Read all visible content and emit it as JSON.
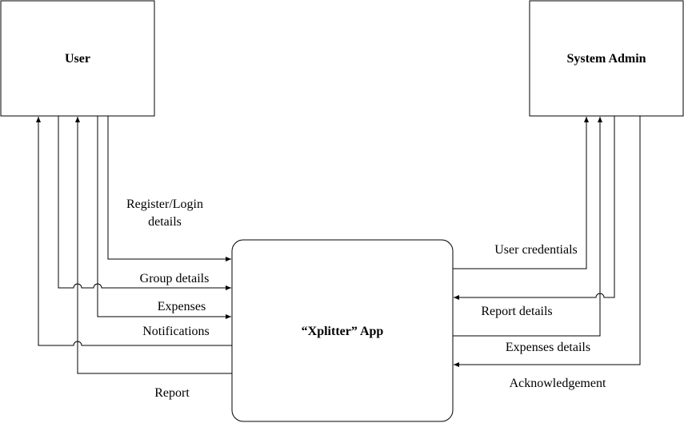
{
  "entities": {
    "user": "User",
    "system_admin": "System Admin",
    "app": "“Xplitter” App"
  },
  "flows": {
    "register_login_line1": "Register/Login",
    "register_login_line2": "details",
    "group_details": "Group details",
    "expenses": "Expenses",
    "notifications": "Notifications",
    "report": "Report",
    "user_credentials": "User credentials",
    "report_details": "Report details",
    "expenses_details": "Expenses details",
    "acknowledgement": "Acknowledgement"
  }
}
